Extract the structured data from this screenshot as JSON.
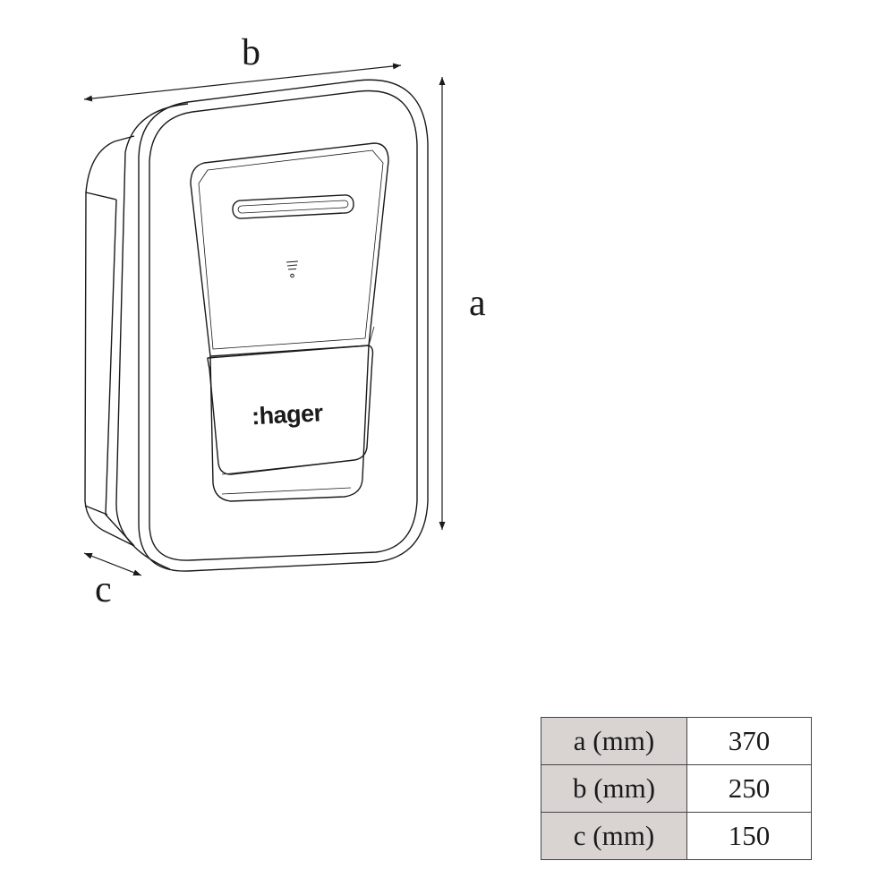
{
  "dimension_labels": {
    "a": "a",
    "b": "b",
    "c": "c"
  },
  "brand": ":hager",
  "table": {
    "rows": [
      {
        "label": "a (mm)",
        "value": "370"
      },
      {
        "label": "b (mm)",
        "value": "250"
      },
      {
        "label": "c (mm)",
        "value": "150"
      }
    ]
  },
  "colors": {
    "line": "#1a1a1a",
    "table_header_fill": "#d9d4d2"
  }
}
